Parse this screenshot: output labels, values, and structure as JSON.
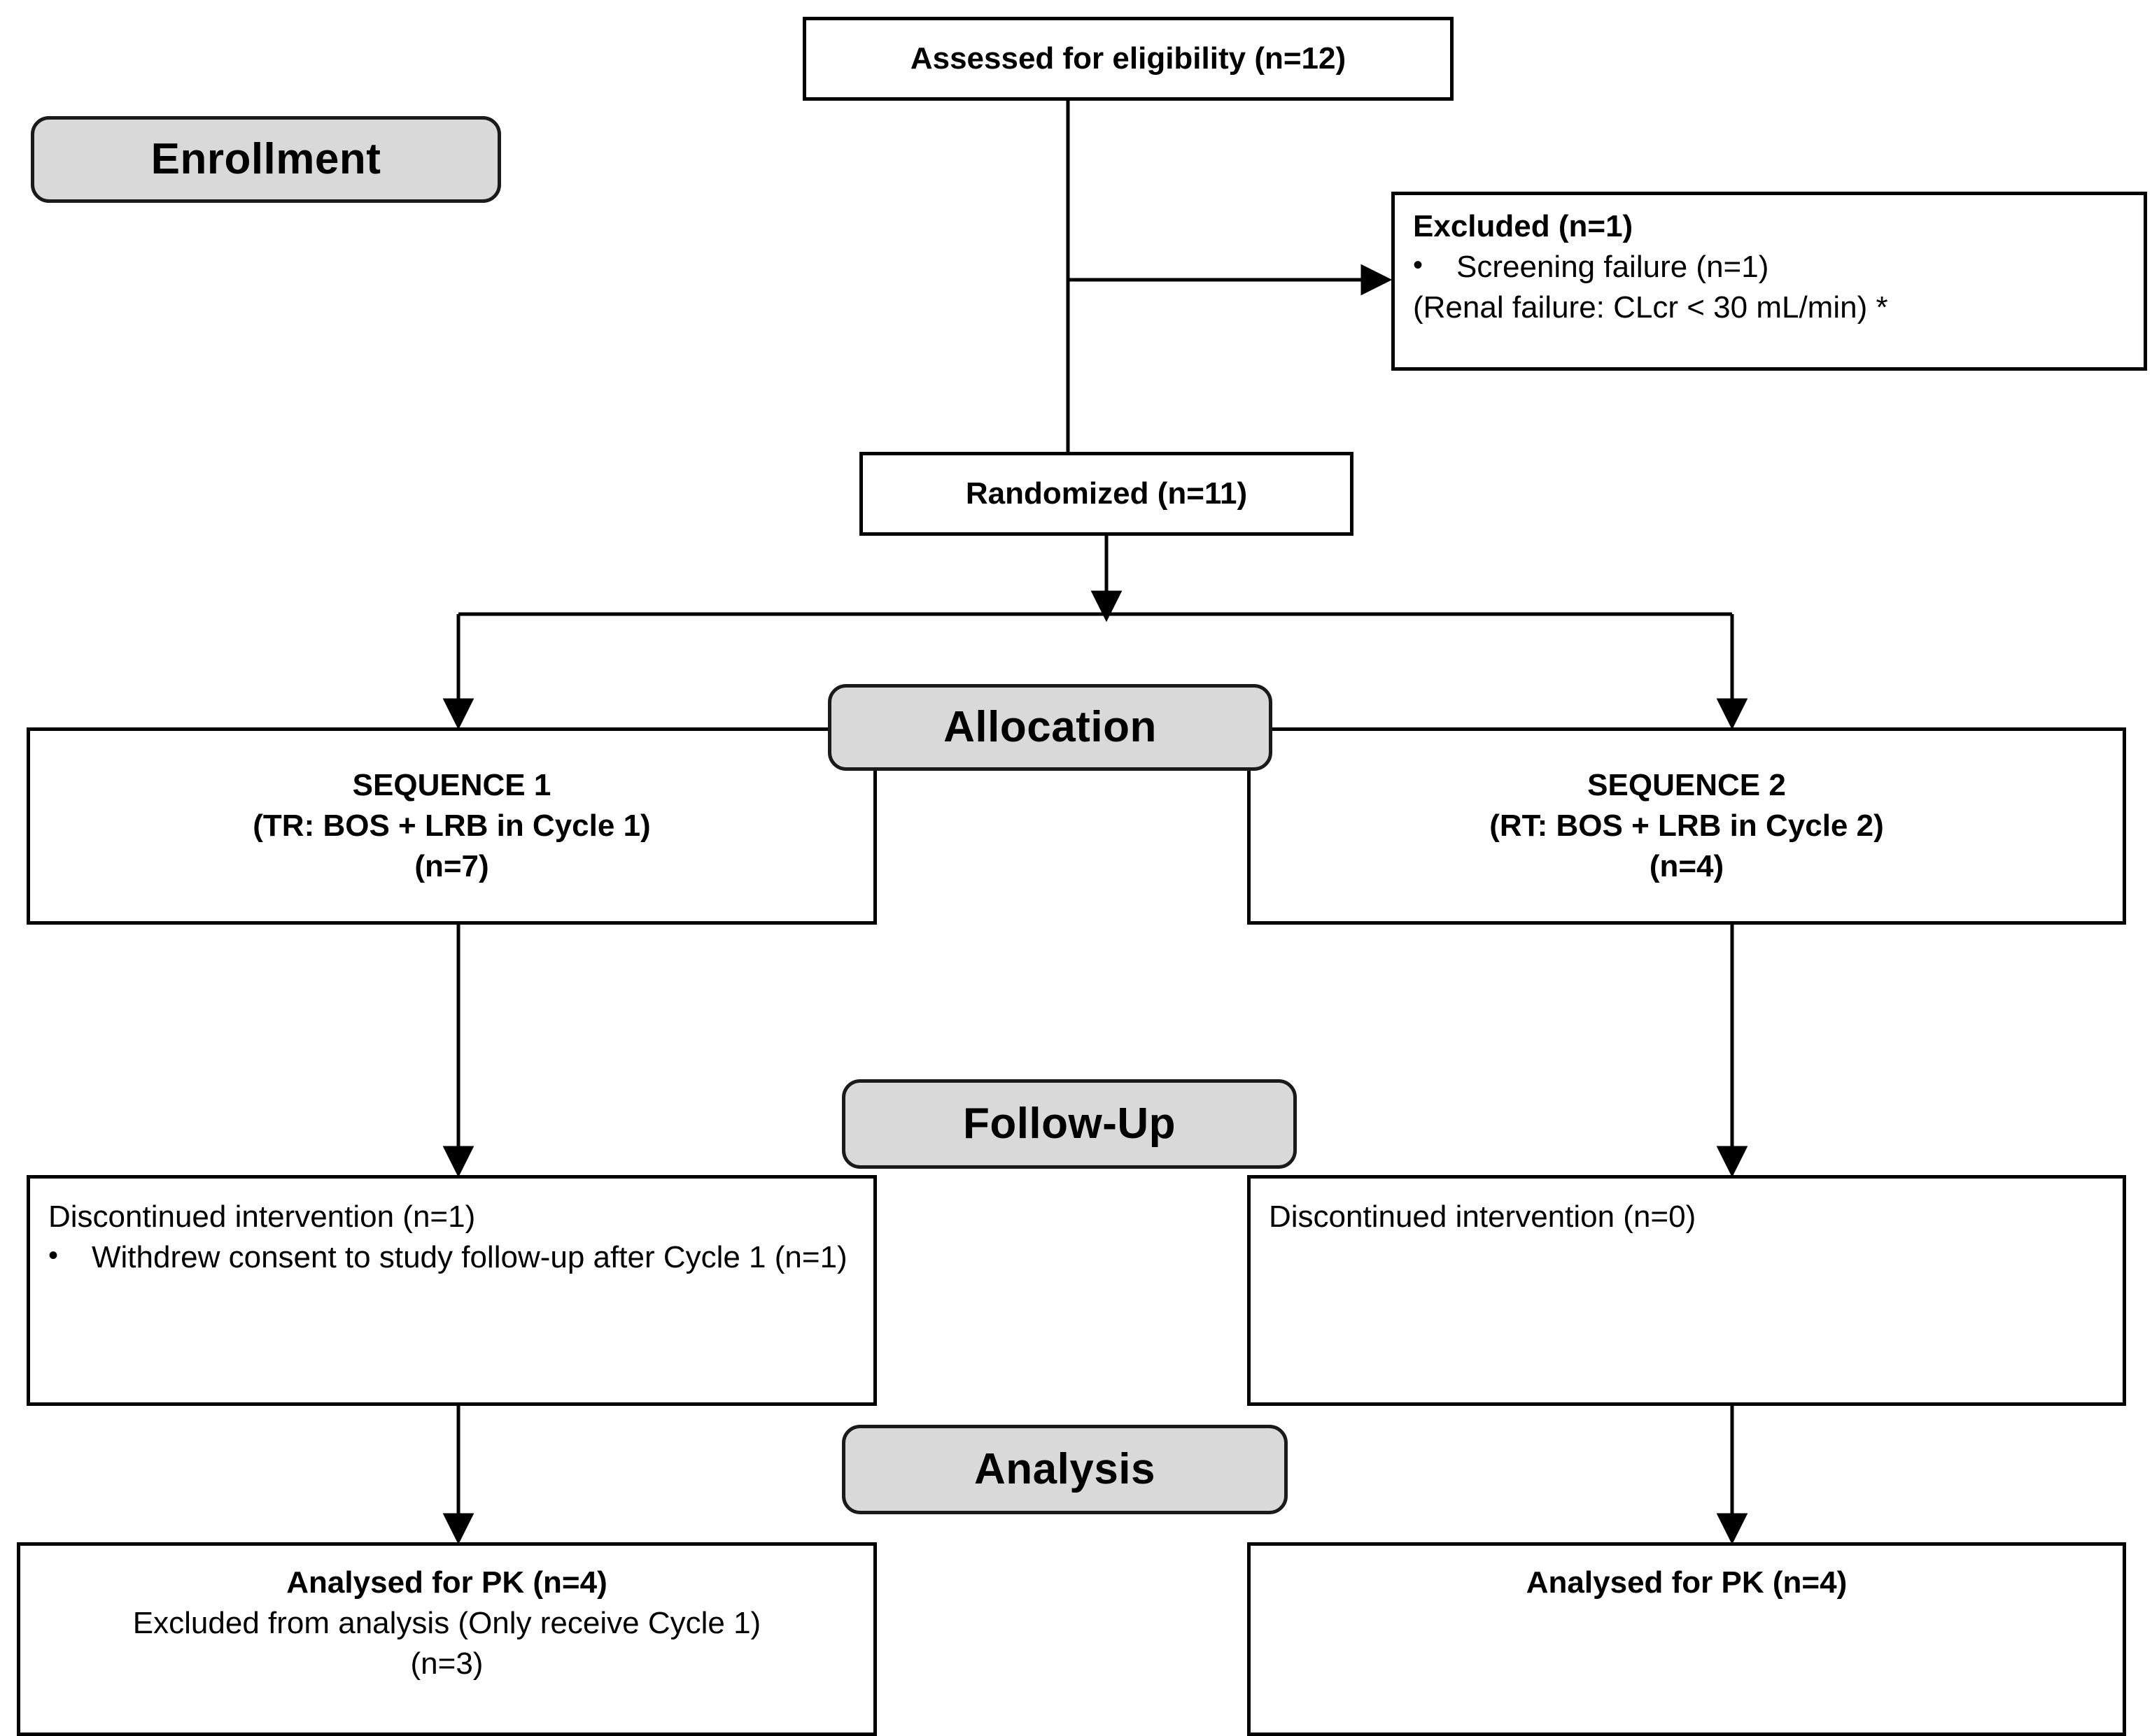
{
  "figure": {
    "type": "consort-flow-diagram",
    "stages": [
      "Enrollment",
      "Allocation",
      "Follow-Up",
      "Analysis"
    ]
  },
  "stage_labels": {
    "enrollment": "Enrollment",
    "allocation": "Allocation",
    "followup": "Follow-Up",
    "analysis": "Analysis"
  },
  "enrollment": {
    "assessed": "Assessed for eligibility (n=12)",
    "excluded": {
      "title": "Excluded (n=1)",
      "bullet": "Screening failure (n=1)",
      "bullet_glyph": "•",
      "note": "(Renal failure: CLcr < 30 mL/min) *"
    },
    "randomized": "Randomized (n=11)"
  },
  "allocation": {
    "left": {
      "line1": "SEQUENCE 1",
      "line2": "(TR: BOS + LRB in Cycle 1)",
      "line3": "(n=7)"
    },
    "right": {
      "line1": "SEQUENCE 2",
      "line2": "(RT: BOS + LRB in Cycle 2)",
      "line3": "(n=4)"
    }
  },
  "followup": {
    "left": {
      "heading": "Discontinued intervention  (n=1)",
      "bullet_glyph": "•",
      "bullet": "Withdrew consent to study follow-up after Cycle 1 (n=1)"
    },
    "right": {
      "heading": "Discontinued intervention  (n=0)"
    }
  },
  "analysis": {
    "left": {
      "line1": "Analysed for PK (n=4)",
      "line2": "Excluded from analysis (Only receive Cycle 1)",
      "line3": "(n=3)"
    },
    "right": {
      "line1": "Analysed for PK (n=4)"
    }
  },
  "colors": {
    "stage_fill": "#d9d9d9",
    "box_fill": "#ffffff",
    "stroke": "#000000",
    "text": "#000000"
  }
}
